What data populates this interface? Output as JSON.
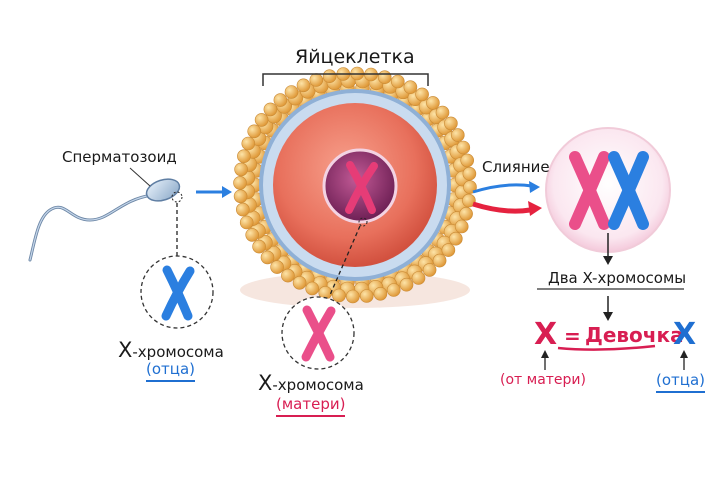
{
  "labels": {
    "egg": "Яйцеклетка",
    "sperm": "Сперматозоид",
    "fusion": "Слияние",
    "two_x": "Два X-хромосомы",
    "x_father_prefix": "X",
    "x_father_rest": "-хромосома",
    "from_father": "(отца)",
    "x_mother_prefix": "X",
    "x_mother_rest": "-хромосома",
    "from_mother": "(матери)",
    "result_mother_x": "X",
    "equals": "=",
    "girl": "Девочка",
    "result_father_x": "X",
    "from_mother_short": "(от матери)",
    "from_father_short": "(отца)"
  },
  "colors": {
    "father_blue": "#1f6fd1",
    "mother_pink": "#d81e52",
    "egg_outer": "#f0b85a",
    "egg_zona": "#a9c4e4",
    "egg_cytoplasm": "#ee7d6a",
    "nucleus": "#8a2e6a"
  }
}
